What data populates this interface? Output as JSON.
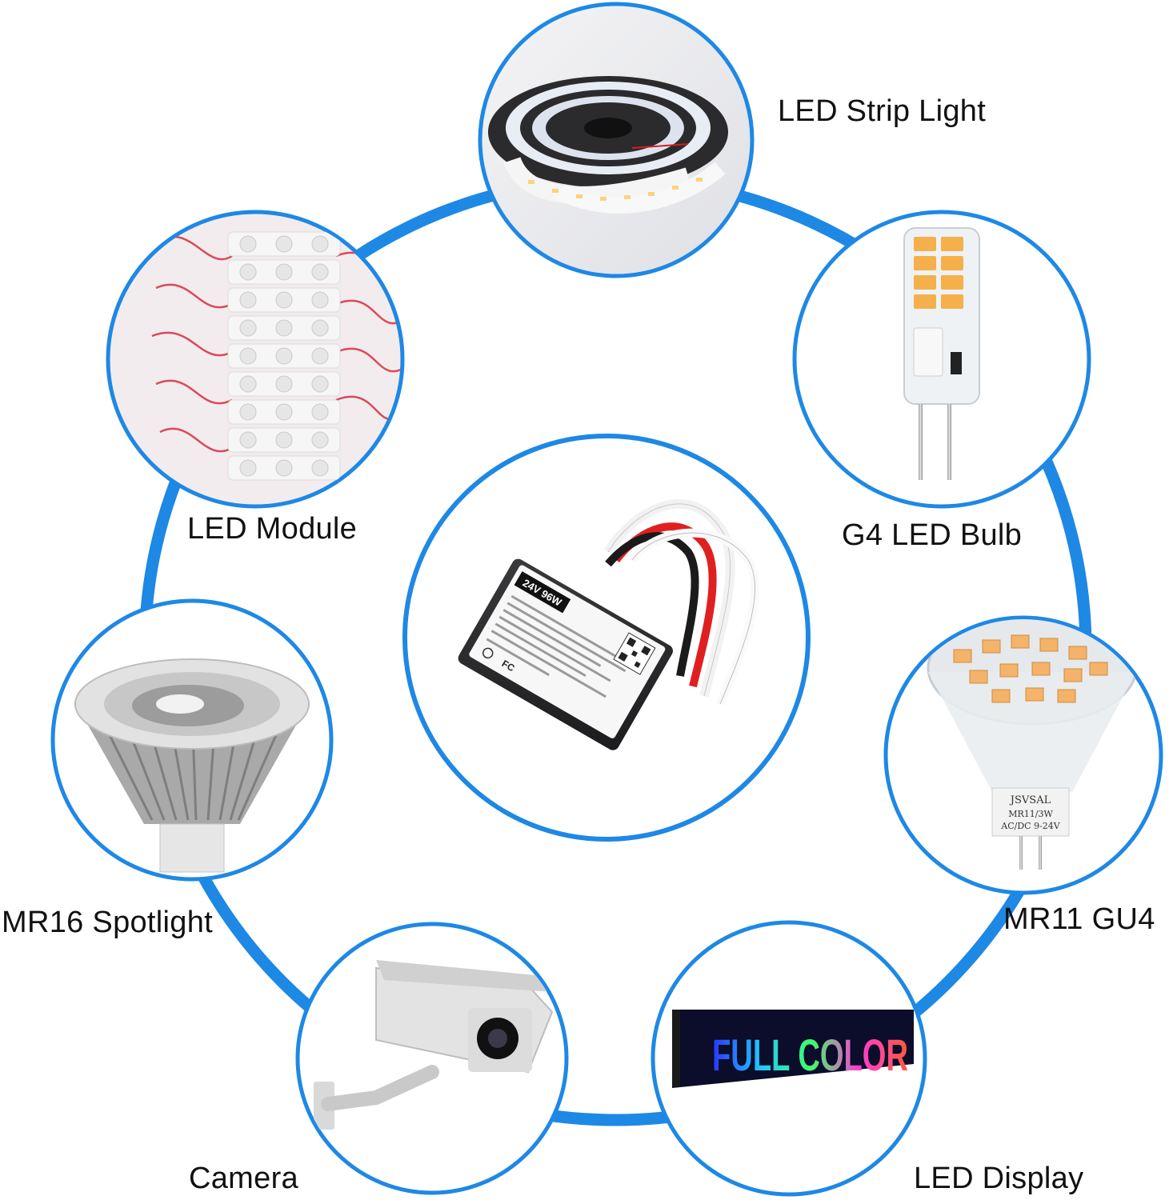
{
  "colors": {
    "ring_blue": "#1E88E5",
    "label_text": "#111111",
    "background": "#FFFFFF"
  },
  "center_product": {
    "icon": "power-supply-icon",
    "rating_label": "24V 96W"
  },
  "items": [
    {
      "label": "LED Strip Light",
      "icon": "led-strip-reel-icon"
    },
    {
      "label": "G4 LED Bulb",
      "icon": "g4-bulb-icon"
    },
    {
      "label": "MR11 GU4",
      "icon": "mr11-bulb-icon",
      "print": [
        "JSVSAL",
        "MR11/3W",
        "AC/DC 9-24V"
      ]
    },
    {
      "label": "LED Display",
      "icon": "led-display-icon",
      "print": "FULL COLOR"
    },
    {
      "label": "Camera",
      "icon": "security-camera-icon"
    },
    {
      "label": "MR16 Spotlight",
      "icon": "mr16-spotlight-icon"
    },
    {
      "label": "LED Module",
      "icon": "led-module-icon"
    }
  ]
}
